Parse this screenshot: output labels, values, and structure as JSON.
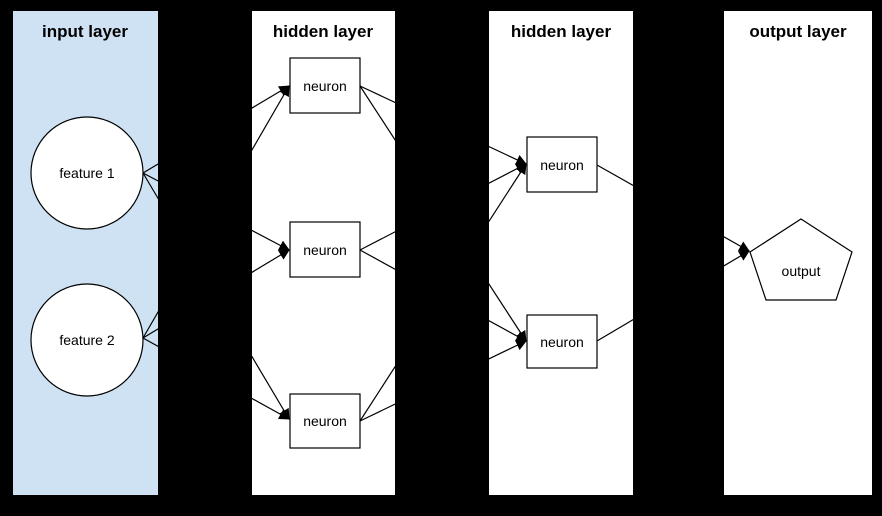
{
  "diagram": {
    "type": "neural-network",
    "colors": {
      "background": "#000000",
      "input_panel": "#cfe2f3",
      "hidden_panel": "#ffffff",
      "output_panel": "#ffffff",
      "stroke": "#000000",
      "node_fill": "#ffffff"
    },
    "layers": [
      {
        "title": "input layer",
        "nodes": [
          {
            "id": "feature1",
            "label": "feature 1",
            "shape": "circle"
          },
          {
            "id": "feature2",
            "label": "feature 2",
            "shape": "circle"
          }
        ]
      },
      {
        "title": "hidden layer",
        "nodes": [
          {
            "id": "h1n1",
            "label": "neuron",
            "shape": "rect"
          },
          {
            "id": "h1n2",
            "label": "neuron",
            "shape": "rect"
          },
          {
            "id": "h1n3",
            "label": "neuron",
            "shape": "rect"
          }
        ]
      },
      {
        "title": "hidden layer",
        "nodes": [
          {
            "id": "h2n1",
            "label": "neuron",
            "shape": "rect"
          },
          {
            "id": "h2n2",
            "label": "neuron",
            "shape": "rect"
          }
        ]
      },
      {
        "title": "output layer",
        "nodes": [
          {
            "id": "output",
            "label": "output",
            "shape": "pentagon"
          }
        ]
      }
    ],
    "edges": [
      [
        "feature1",
        "h1n1"
      ],
      [
        "feature1",
        "h1n2"
      ],
      [
        "feature1",
        "h1n3"
      ],
      [
        "feature2",
        "h1n1"
      ],
      [
        "feature2",
        "h1n2"
      ],
      [
        "feature2",
        "h1n3"
      ],
      [
        "h1n1",
        "h2n1"
      ],
      [
        "h1n1",
        "h2n2"
      ],
      [
        "h1n2",
        "h2n1"
      ],
      [
        "h1n2",
        "h2n2"
      ],
      [
        "h1n3",
        "h2n1"
      ],
      [
        "h1n3",
        "h2n2"
      ],
      [
        "h2n1",
        "output"
      ],
      [
        "h2n2",
        "output"
      ]
    ]
  }
}
